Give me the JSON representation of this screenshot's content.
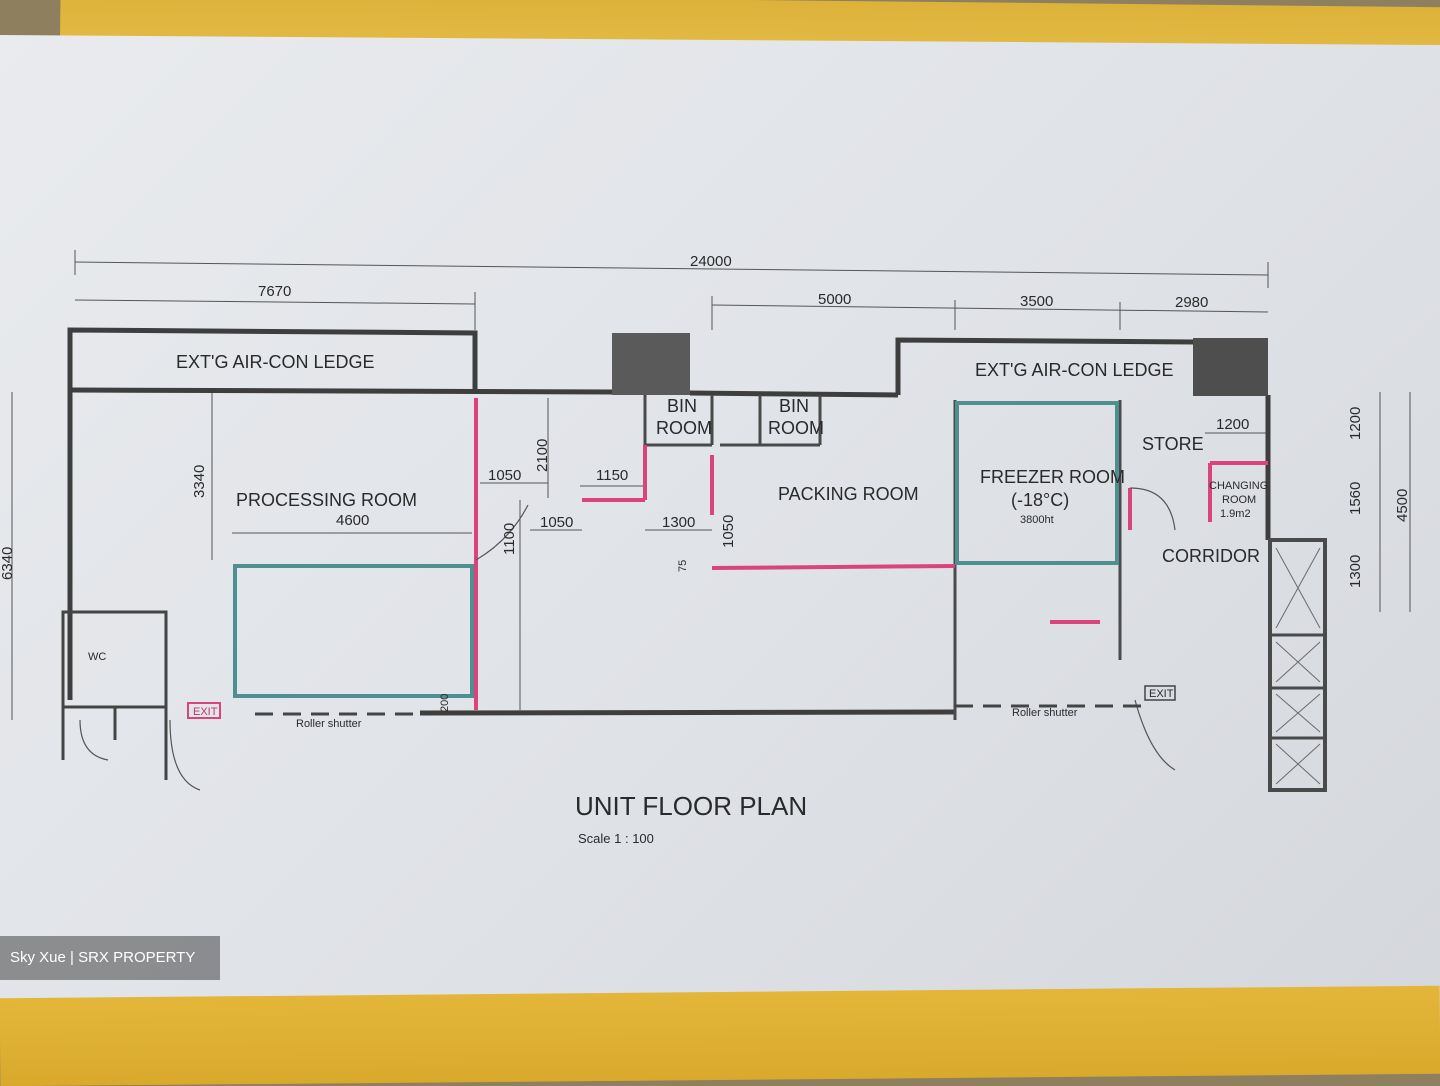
{
  "plan": {
    "title": "UNIT FLOOR PLAN",
    "scale": "Scale 1 : 100",
    "top_dims": {
      "overall": "24000",
      "left": "7670",
      "right_a": "5000",
      "right_b": "3500",
      "right_c": "2980"
    },
    "left_dims": {
      "outer": "6340",
      "inner": "3340"
    },
    "right_dims": {
      "overall": "4500",
      "a": "1200",
      "b": "1560",
      "c": "1300"
    },
    "inner_dims": {
      "d1050a": "1050",
      "d1150": "1150",
      "d2100": "2100",
      "d1050b": "1050",
      "d1300": "1300",
      "d1050c": "1050",
      "d4600": "4600",
      "d1200": "1200",
      "d1100": "1100",
      "d75": "75",
      "d200": "200"
    },
    "rooms": {
      "ledge_left": "EXT'G AIR-CON LEDGE",
      "ledge_right": "EXT'G AIR-CON LEDGE",
      "bin1_a": "BIN",
      "bin1_b": "ROOM",
      "bin2_a": "BIN",
      "bin2_b": "ROOM",
      "processing": "PROCESSING ROOM",
      "packing": "PACKING ROOM",
      "freezer": "FREEZER ROOM",
      "freezer_temp": "(-18°C)",
      "freezer_ht": "3800ht",
      "store": "STORE",
      "changing_a": "CHANGING",
      "changing_b": "ROOM",
      "changing_area": "1.9m2",
      "corridor": "CORRIDOR",
      "wc": "WC"
    },
    "exit_left": "EXIT",
    "exit_right": "EXIT",
    "roller_left": "Roller shutter",
    "roller_right": "Roller shutter"
  },
  "watermark": "Sky Xue | SRX PROPERTY"
}
